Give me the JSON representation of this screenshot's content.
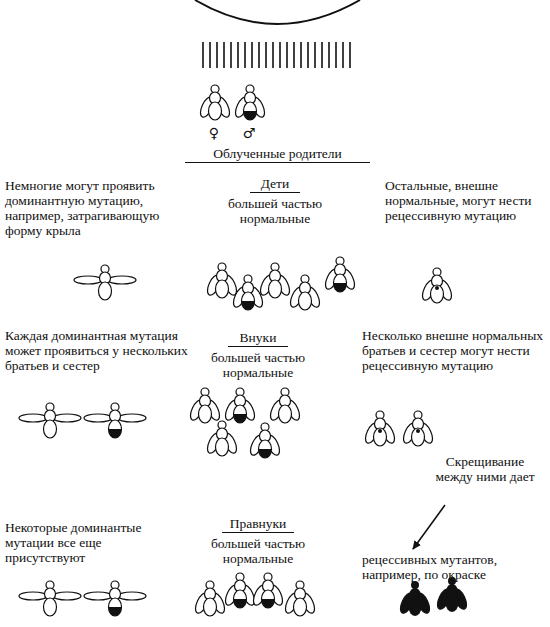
{
  "diagram": {
    "labels": [
      "♀",
      "♂",
      "Облученные родители",
      "Немногие могут проявить доминантную мутацию, например, затрагивающую форму крыла",
      "Дети",
      "большей частью нормальные",
      "Остальные, внешне нормальные, могут нести рецессивную мутацию",
      "Каждая доминантная мутация может проявиться у нескольких братьев и сестер",
      "Внуки",
      "большей частью нормальные",
      "Несколько внешне нормальных братьев и сестер могут нести рецессивную мутацию",
      "Скрещивание между ними дает",
      "Некоторые доминантые мутации все еще присутствуют",
      "Правнуки",
      "большей частью нормальные",
      "рецессивных мутантов, например, по окраске"
    ]
  }
}
